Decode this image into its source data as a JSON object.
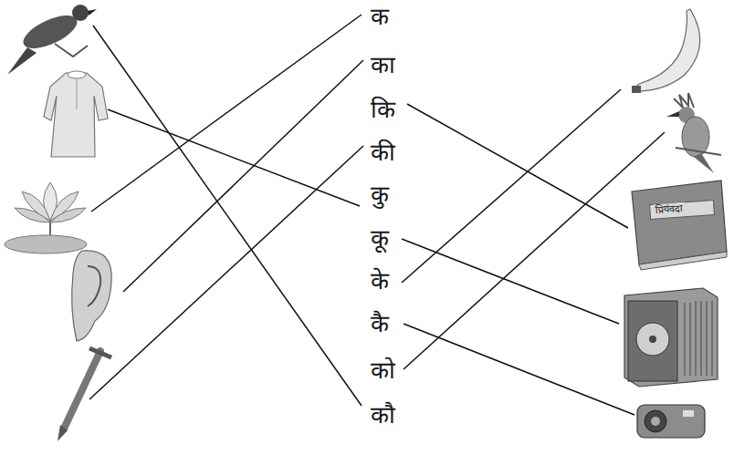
{
  "diagram": {
    "labels": [
      "क",
      "का",
      "कि",
      "की",
      "कु",
      "कू",
      "के",
      "कै",
      "को",
      "कौ",
      "प्रियंवदा"
    ]
  }
}
